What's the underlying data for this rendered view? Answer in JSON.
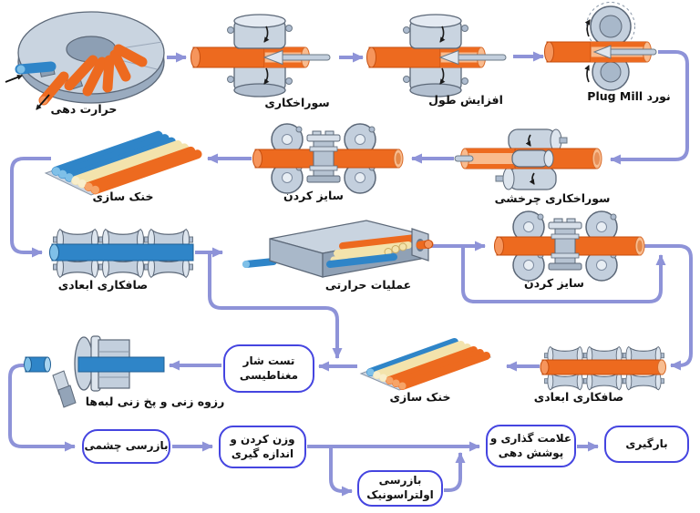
{
  "diagram": {
    "direction": "rtl",
    "stages": {
      "heating": "حرارت دهی",
      "piercing": "سوراخکاری",
      "elongation": "افزایش طول",
      "plug_mill": "نورد Plug Mill",
      "rotary_piercing": "سوراخکاری چرخشی",
      "sizing_1": "سایز کردن",
      "cooling_1": "خنک سازی",
      "straightening_1": "صافکاری ابعادی",
      "heat_treatment": "عملیات حرارتی",
      "sizing_2": "سایز کردن",
      "straightening_2": "صافکاری ابعادی",
      "cooling_2": "خنک سازی",
      "threading": "رزوه زنی و پخ زنی لبه‌ها"
    },
    "boxes": {
      "magnetic_test": {
        "line1": "تست شار",
        "line2": "مغناطیسی"
      },
      "visual_inspection": {
        "line1": "بازرسی چشمی"
      },
      "weighing": {
        "line1": "وزن کردن و",
        "line2": "اندازه گیری"
      },
      "ultrasonic": {
        "line1": "بازرسی",
        "line2": "اولتراسونیک"
      },
      "marking": {
        "line1": "علامت گذاری و",
        "line2": "پوشش دهی"
      },
      "loading": {
        "line1": "بارگیری"
      }
    },
    "colors": {
      "flow_line": "#8e93d8",
      "box_border": "#4545e0",
      "pipe_hot": "#ed6a1f",
      "pipe_cold": "#2f85c8",
      "pipe_warm": "#f3e3ac",
      "machine_metal": "#c3cfdd",
      "label_text": "#111111",
      "background": "#ffffff"
    }
  }
}
